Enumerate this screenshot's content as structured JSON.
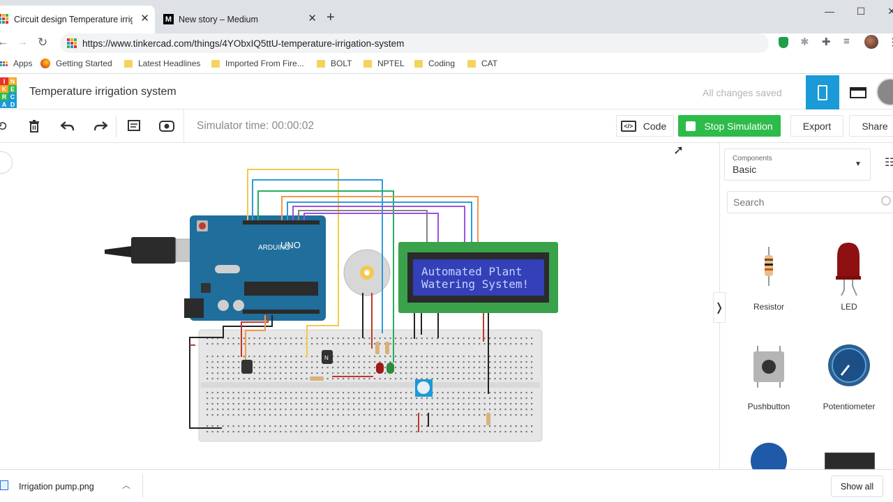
{
  "browser": {
    "tabs": [
      {
        "label": "Circuit design Temperature irriga",
        "active": true
      },
      {
        "label": "New story – Medium",
        "active": false
      }
    ],
    "url": "https://www.tinkercad.com/things/4YObxIQ5ttU-temperature-irrigation-system",
    "bookmarks": [
      "Apps",
      "Getting Started",
      "Latest Headlines",
      "Imported From Fire...",
      "BOLT",
      "NPTEL",
      "Coding",
      "CAT"
    ]
  },
  "app": {
    "logo_letters": [
      "I",
      "N",
      "K",
      "E",
      "R",
      "C",
      "A",
      "D"
    ],
    "title": "Temperature irrigation system",
    "save_status": "All changes saved"
  },
  "toolbar": {
    "sim_time": "Simulator time: 00:00:02",
    "code_label": "Code",
    "stop_label": "Stop Simulation",
    "export_label": "Export",
    "share_label": "Share"
  },
  "circuit": {
    "lcd_line1": "Automated Plant",
    "lcd_line2": "Watering System!",
    "arduino_label": "UNO",
    "arduino_brand": "ARDUINO"
  },
  "panel": {
    "components_label": "Components",
    "components_value": "Basic",
    "search_placeholder": "Search",
    "items": [
      {
        "label": "Resistor"
      },
      {
        "label": "LED"
      },
      {
        "label": "Pushbutton"
      },
      {
        "label": "Potentiometer"
      }
    ]
  },
  "download": {
    "file": "Irrigation pump.png",
    "show_all": "Show all"
  },
  "colors": {
    "tab_bg": "#dee1e6",
    "stop_button": "#2dbb4a",
    "blue_accent": "#1a9ad6",
    "arduino": "#1f6e9b",
    "lcd_board": "#3aa24a",
    "lcd_screen": "#3340b8"
  }
}
